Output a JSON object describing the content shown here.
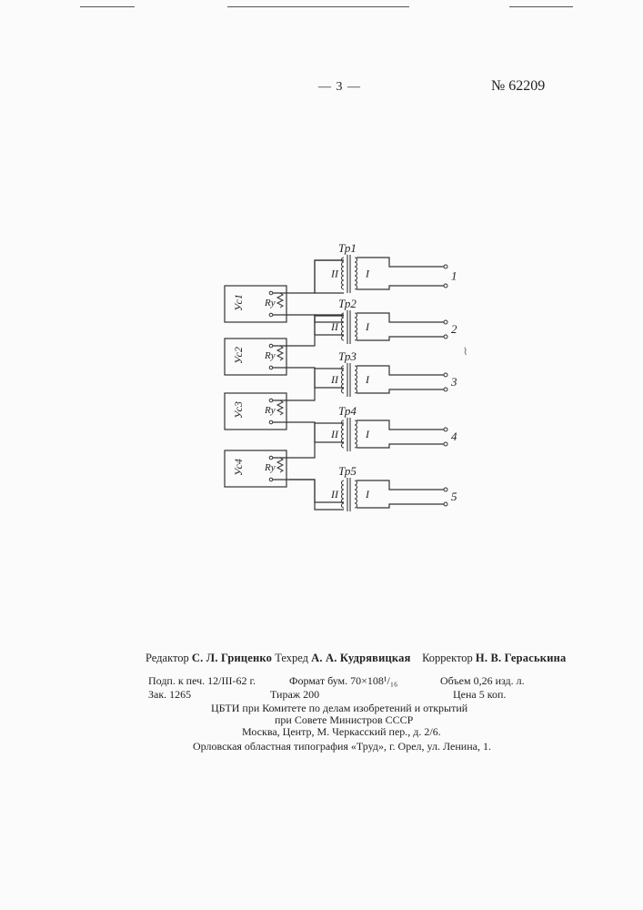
{
  "header": {
    "page_number": "— 3 —",
    "patent_number": "№ 62209"
  },
  "schematic": {
    "transformers": [
      {
        "label": "Тр1",
        "primary": "I",
        "secondary": "II"
      },
      {
        "label": "Тр2",
        "primary": "I",
        "secondary": "II"
      },
      {
        "label": "Тр3",
        "primary": "I",
        "secondary": "II"
      },
      {
        "label": "Тр4",
        "primary": "I",
        "secondary": "II"
      },
      {
        "label": "Тр5",
        "primary": "I",
        "secondary": "II"
      }
    ],
    "units": [
      {
        "label": "Ус1",
        "resistor": "Rу"
      },
      {
        "label": "Ус2",
        "resistor": "Rу"
      },
      {
        "label": "Ус3",
        "resistor": "Rу"
      },
      {
        "label": "Ус4",
        "resistor": "Rу"
      }
    ],
    "outputs": [
      "1",
      "2",
      "3",
      "4",
      "5"
    ]
  },
  "colophon": {
    "editor_label": "Редактор",
    "editor": "С. Л. Гриценко",
    "tech_label": "Техред",
    "tech": "А. А. Кудрявицкая",
    "corrector_label": "Корректор",
    "corrector": "Н. В. Гераськина",
    "signed": "Подп. к печ. 12/III-62 г.",
    "format": "Формат бум. 70×108¹/₁₆",
    "volume": "Объем 0,26 изд. л.",
    "order": "Зак. 1265",
    "print_run": "Тираж 200",
    "price": "Цена 5 коп.",
    "org_line1": "ЦБТИ при Комитете по делам изобретений и открытий",
    "org_line2": "при Совете Министров СССР",
    "org_line3": "Москва, Центр, М. Черкасский пер., д. 2/6.",
    "printer": "Орловская областная типография «Труд», г. Орел, ул. Ленина, 1."
  }
}
